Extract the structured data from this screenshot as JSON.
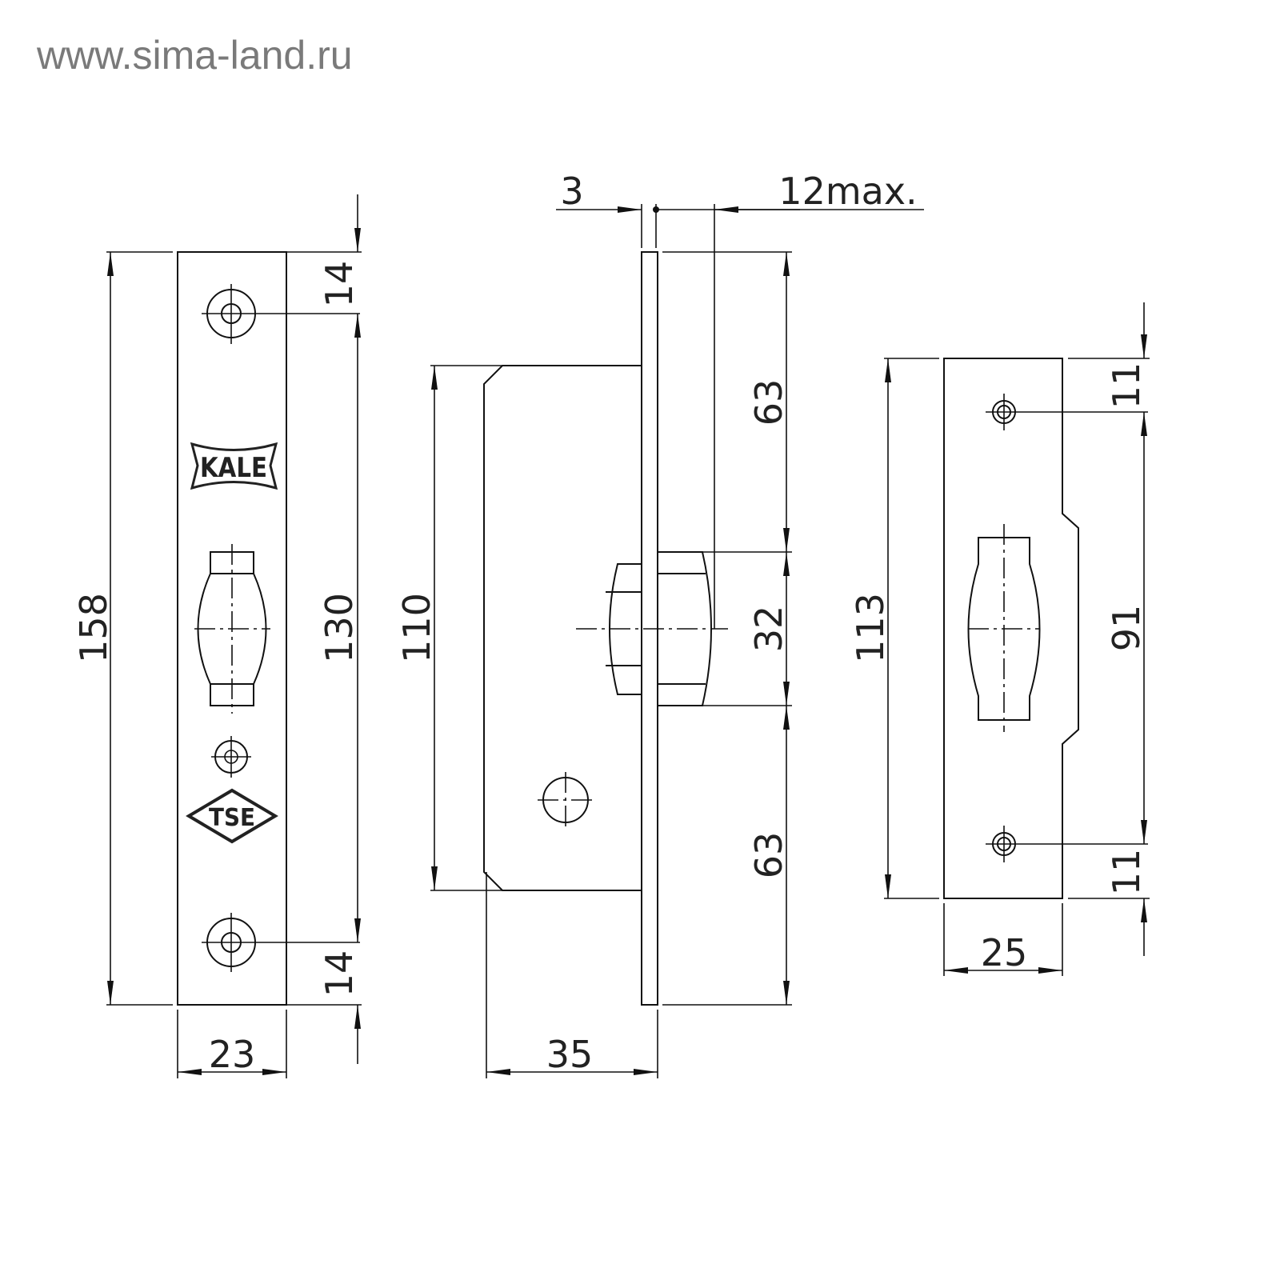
{
  "site_watermark": "www.sima-land.ru",
  "logos": {
    "brand": "KALE",
    "cert": "TSE"
  },
  "front_plate": {
    "height": "158",
    "hole_offset_top": "14",
    "hole_spacing": "130",
    "hole_offset_bottom": "14",
    "width": "23"
  },
  "side_view": {
    "faceplate_thickness": "3",
    "latch_projection": "12max.",
    "body_height": "110",
    "backset_depth": "35",
    "top_to_latch": "63",
    "latch_height": "32",
    "latch_to_bottom": "63"
  },
  "strike_plate": {
    "height": "113",
    "hole_offset_top": "11",
    "hole_spacing": "91",
    "hole_offset_bottom": "11",
    "width": "25"
  }
}
